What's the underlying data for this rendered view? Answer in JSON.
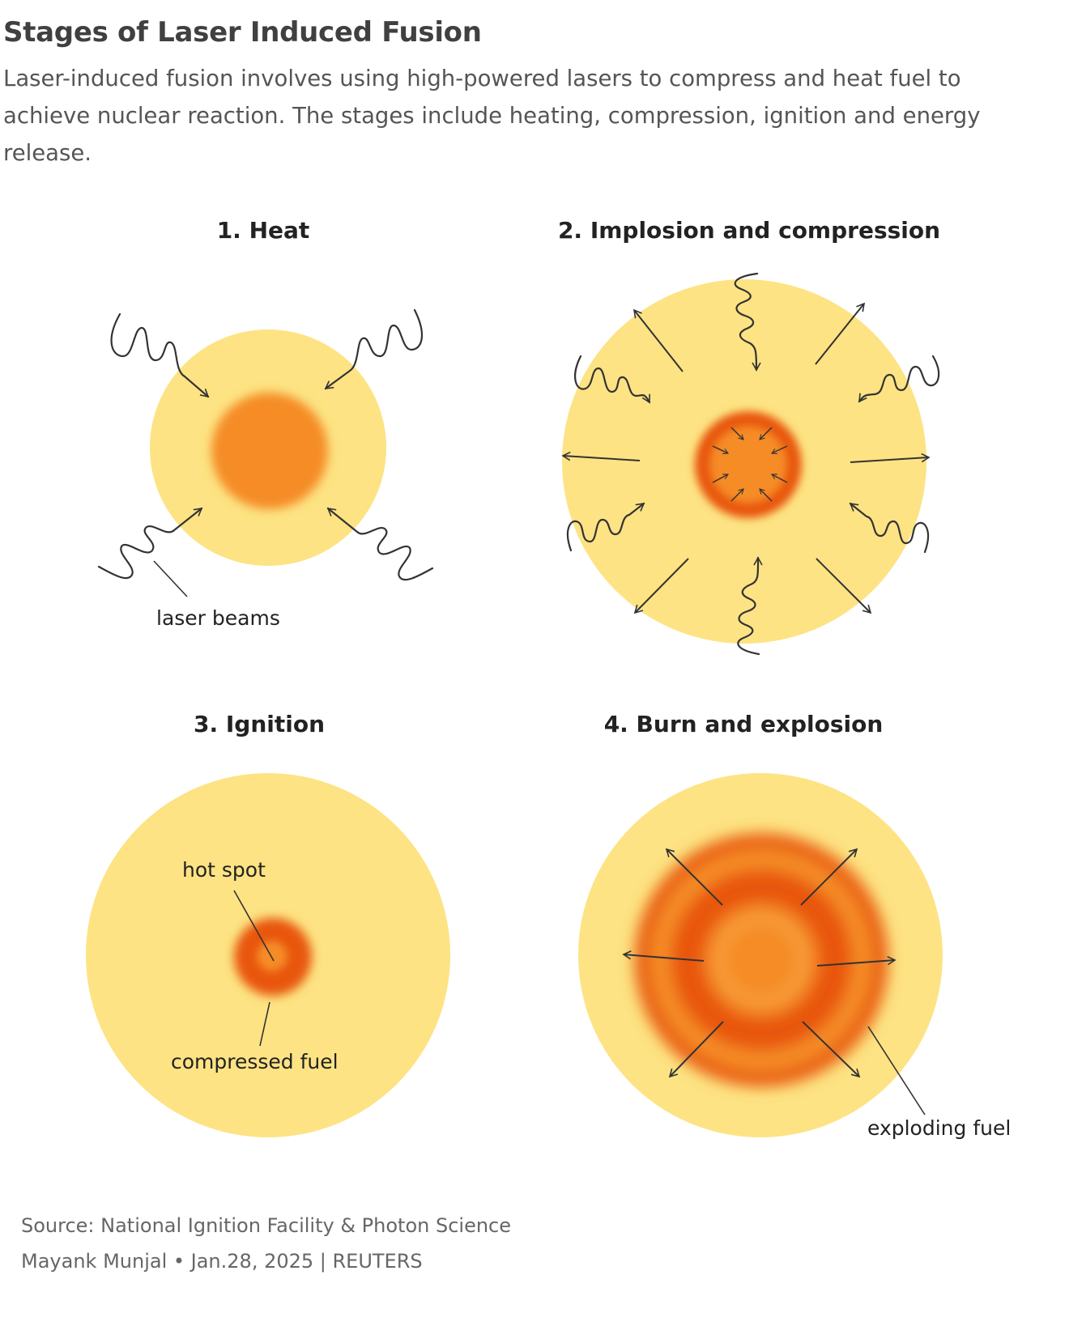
{
  "header": {
    "title": "Stages of Laser Induced Fusion",
    "subtitle": "Laser-induced fusion involves using high-powered lasers to compress and heat fuel to achieve nuclear reaction. The stages include heating, compression, ignition and energy release."
  },
  "stages": [
    {
      "title": "1.  Heat",
      "label": "laser beams"
    },
    {
      "title": "2. Implosion and compression"
    },
    {
      "title": "3. Ignition",
      "label_top": "hot spot",
      "label_bottom": "compressed fuel"
    },
    {
      "title": "4. Burn and explosion",
      "label": "exploding fuel"
    }
  ],
  "colors": {
    "outer_shell": "#FDE383",
    "fuel": "#F58C27",
    "hot_core": "#E8560F",
    "arrow": "#333333"
  },
  "footer": {
    "source": "Source: National Ignition Facility & Photon Science",
    "credit": "Mayank Munjal • Jan.28, 2025 | REUTERS"
  }
}
